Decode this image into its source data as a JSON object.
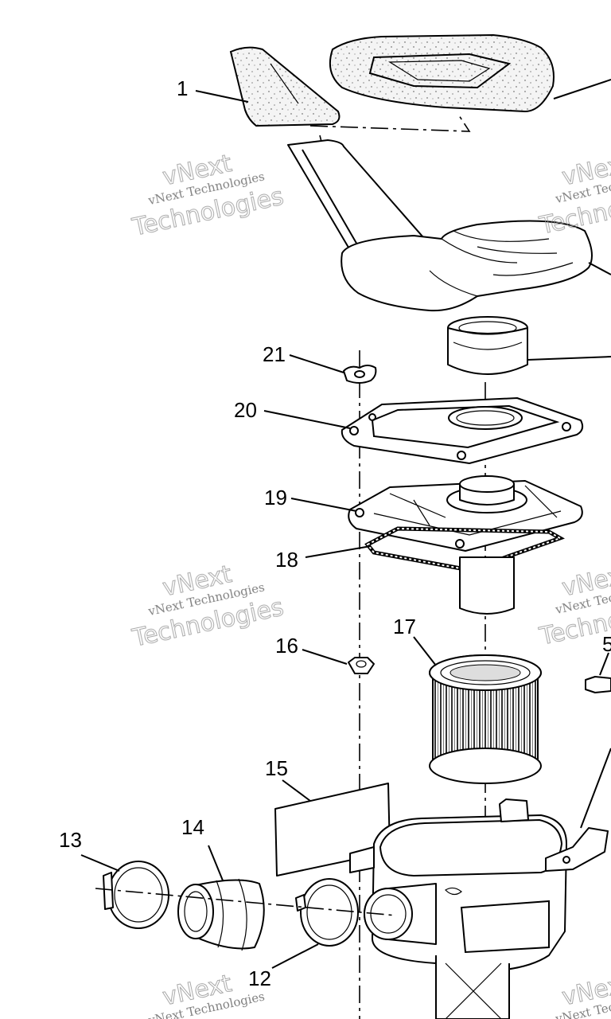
{
  "callouts": {
    "c1": "1",
    "c5": "5",
    "c12": "12",
    "c13": "13",
    "c14": "14",
    "c15": "15",
    "c16": "16",
    "c17": "17",
    "c18": "18",
    "c19": "19",
    "c20": "20",
    "c21": "21"
  },
  "watermark": {
    "line1": "vNext Technologies",
    "line2": "vNext",
    "line3": "Technologies"
  }
}
